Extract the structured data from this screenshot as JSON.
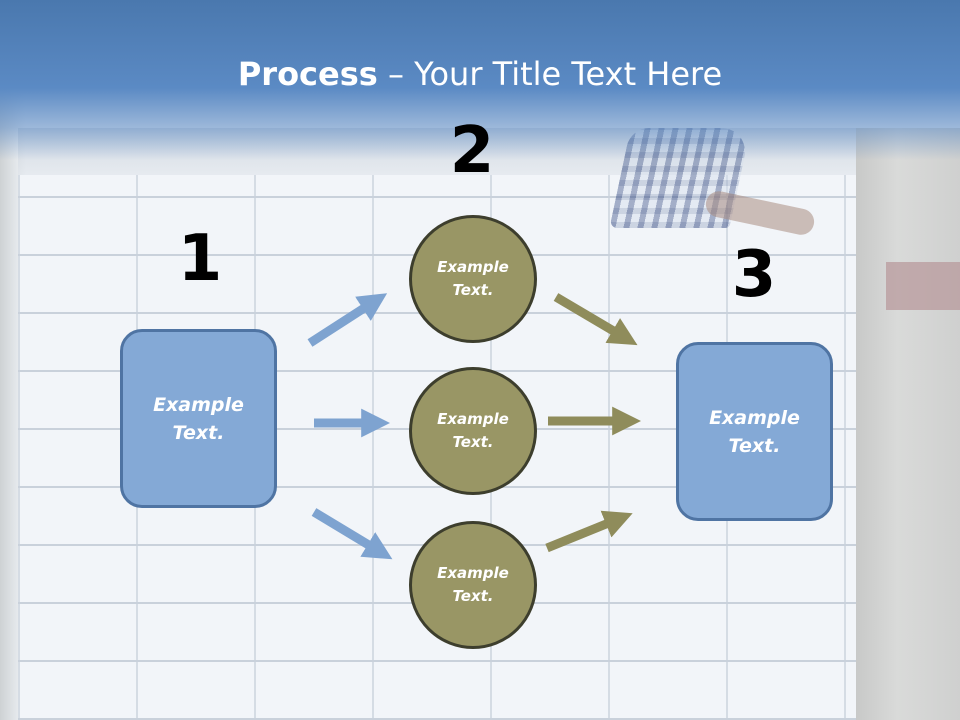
{
  "title": {
    "bold": "Process",
    "rest": " – Your Title Text Here"
  },
  "steps": {
    "one": "1",
    "two": "2",
    "three": "3"
  },
  "left_box": {
    "text": "Example\nText."
  },
  "right_box": {
    "text": "Example\nText."
  },
  "circles": [
    {
      "text": "Example\nText."
    },
    {
      "text": "Example\nText."
    },
    {
      "text": "Example\nText."
    }
  ],
  "colors": {
    "title_band": "#5b8ac4",
    "box_fill": "#84a9d6",
    "box_border": "#4f74a3",
    "circle_fill": "#999665",
    "circle_border": "#3d3e2d",
    "arrow_blue": "#7ea3d0",
    "arrow_olive": "#8f8c5b"
  }
}
